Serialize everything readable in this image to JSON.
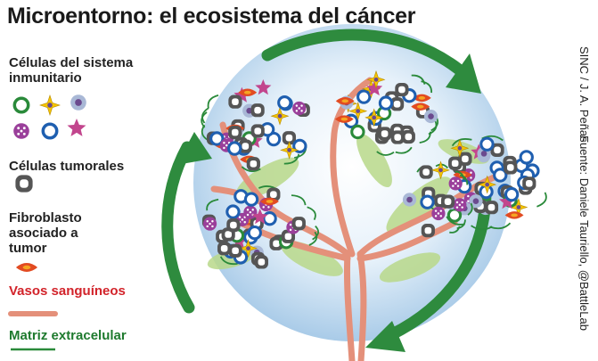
{
  "title": "Microentorno: el ecosistema del cáncer",
  "legend": {
    "immune": "Células del sistema inmunitario",
    "tumor": "Células tumorales",
    "fibroblast": "Fibroblasto asociado a tumor",
    "vessels": "Vasos sanguíneos",
    "matrix": "Matriz extracelular"
  },
  "credits": {
    "source": "Fuente: Daniele Tauriello, @BattleLab",
    "agency": "SINC / J. A. Peñas"
  },
  "colors": {
    "title": "#1a1a1a",
    "fibroblast_label": "#d2232a",
    "matrix_label": "#1e7a2e",
    "tumor_cell": "#555555",
    "vessel": "#e4907a",
    "arrow": "#2e8b3e",
    "globe": "#cfe3f3",
    "immune_green": "#2a8a3a",
    "immune_yellow": "#f5c400",
    "immune_blue_light": "#a9b8d6",
    "immune_purple": "#9a3f9a",
    "immune_blue": "#1f5fb0",
    "immune_magenta": "#c2458d",
    "fibroblast": "#e24b22"
  },
  "icons": [
    "green-ring-cell-icon",
    "yellow-star-cell-icon",
    "light-blue-cell-icon",
    "purple-dotted-cell-icon",
    "blue-ring-cell-icon",
    "magenta-star-cell-icon",
    "tumor-cell-icon",
    "fibroblast-icon",
    "blood-vessel-icon",
    "matrix-fiber-icon"
  ]
}
